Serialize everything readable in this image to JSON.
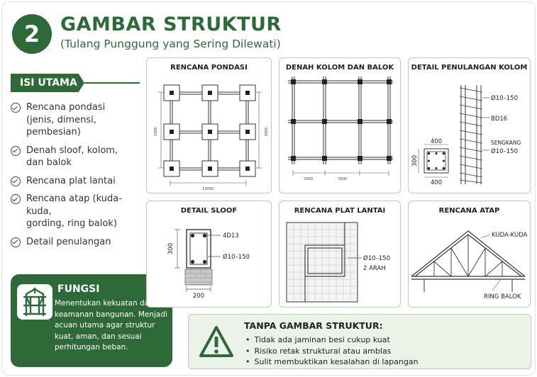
{
  "header": {
    "number": "2",
    "title": "GAMBAR STRUKTUR",
    "subtitle": "(Tulang Punggung yang Sering Dilewati)"
  },
  "isi_utama": {
    "label": "ISI UTAMA",
    "items": [
      {
        "line1": "Rencana pondasi",
        "line2": "(jenis, dimensi, pembesian)"
      },
      {
        "line1": "Denah sloof, kolom,",
        "line2": "dan balok"
      },
      {
        "line1": "Rencana plat lantai",
        "line2": ""
      },
      {
        "line1": "Rencana atap (kuda-kuda,",
        "line2": "gording, ring balok)"
      },
      {
        "line1": "Detail penulangan",
        "line2": ""
      }
    ]
  },
  "fungsi": {
    "title": "FUNGSI",
    "text": "Menentukan kekuatan dan keamanan bangunan. Menjadi acuan utama agar struktur kuat, aman, dan sesuai perhitungan beban."
  },
  "panels": {
    "pondasi": {
      "title": "RENCANA PONDASI",
      "dim_h": "13000",
      "dim_v": "5000",
      "dim_v2": "3300"
    },
    "denah": {
      "title": "DENAH KOLOM DAN BALOK",
      "dim_a": "3000",
      "dim_b": "3500"
    },
    "kolom": {
      "title": "DETAIL PENULANGAN KOLOM",
      "l1": "Ø10–150",
      "l2": "BD16",
      "l3": "SENGKANG",
      "l4": "Ø10–150",
      "d_top": "400",
      "d_side": "300",
      "d_bot": "400"
    },
    "sloof": {
      "title": "DETAIL SLOOF",
      "l1": "4D13",
      "l2": "Ø10–150",
      "d_h": "300",
      "d_w": "200"
    },
    "plat": {
      "title": "RENCANA PLAT LANTAI",
      "l1": "Ø10–150",
      "l2": "2 ARAH"
    },
    "atap": {
      "title": "RENCANA ATAP",
      "l1": "KUDA-KUDA",
      "l2": "RING BALOK"
    }
  },
  "warning": {
    "title": "TANPA GAMBAR STRUKTUR:",
    "items": [
      "Tidak ada jaminan besi cukup kuat",
      "Risiko retak struktural atau amblas",
      "Sulit membuktikan kesalahan di lapangan"
    ]
  },
  "colors": {
    "primary": "#2d6a38",
    "panel_border": "#b7cfb3",
    "warning_bg": "#ebf2e7"
  }
}
